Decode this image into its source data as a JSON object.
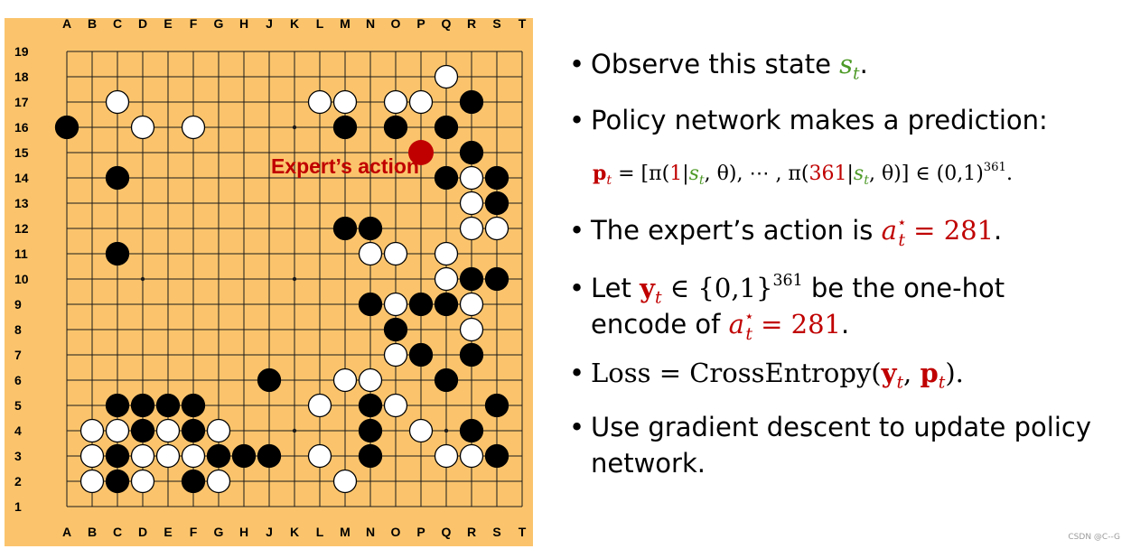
{
  "board": {
    "columns": [
      "A",
      "B",
      "C",
      "D",
      "E",
      "F",
      "G",
      "H",
      "J",
      "K",
      "L",
      "M",
      "N",
      "O",
      "P",
      "Q",
      "R",
      "S",
      "T"
    ],
    "rows": [
      "19",
      "18",
      "17",
      "16",
      "15",
      "14",
      "13",
      "12",
      "11",
      "10",
      "9",
      "8",
      "7",
      "6",
      "5",
      "4",
      "3",
      "2",
      "1"
    ],
    "expert_label": "Expert’s action",
    "expert_move": "P15",
    "colors": {
      "background": "#fbc46c",
      "line": "#1a1a1a",
      "expert": "#c00000",
      "label": "#c00000"
    },
    "stones": [
      {
        "p": "Q18",
        "c": "w"
      },
      {
        "p": "C17",
        "c": "w"
      },
      {
        "p": "L17",
        "c": "w"
      },
      {
        "p": "M17",
        "c": "w"
      },
      {
        "p": "O17",
        "c": "w"
      },
      {
        "p": "P17",
        "c": "w"
      },
      {
        "p": "R17",
        "c": "b"
      },
      {
        "p": "A16",
        "c": "b"
      },
      {
        "p": "D16",
        "c": "w"
      },
      {
        "p": "F16",
        "c": "w"
      },
      {
        "p": "M16",
        "c": "b"
      },
      {
        "p": "O16",
        "c": "b"
      },
      {
        "p": "Q16",
        "c": "b"
      },
      {
        "p": "R15",
        "c": "b"
      },
      {
        "p": "C14",
        "c": "b"
      },
      {
        "p": "Q14",
        "c": "b"
      },
      {
        "p": "R14",
        "c": "w"
      },
      {
        "p": "S14",
        "c": "b"
      },
      {
        "p": "R13",
        "c": "w"
      },
      {
        "p": "S13",
        "c": "b"
      },
      {
        "p": "M12",
        "c": "b"
      },
      {
        "p": "N12",
        "c": "b"
      },
      {
        "p": "R12",
        "c": "w"
      },
      {
        "p": "S12",
        "c": "w"
      },
      {
        "p": "C11",
        "c": "b"
      },
      {
        "p": "N11",
        "c": "w"
      },
      {
        "p": "O11",
        "c": "w"
      },
      {
        "p": "Q11",
        "c": "w"
      },
      {
        "p": "Q10",
        "c": "w"
      },
      {
        "p": "R10",
        "c": "b"
      },
      {
        "p": "S10",
        "c": "b"
      },
      {
        "p": "N9",
        "c": "b"
      },
      {
        "p": "O9",
        "c": "w"
      },
      {
        "p": "P9",
        "c": "b"
      },
      {
        "p": "Q9",
        "c": "b"
      },
      {
        "p": "R9",
        "c": "w"
      },
      {
        "p": "O8",
        "c": "b"
      },
      {
        "p": "R8",
        "c": "w"
      },
      {
        "p": "O7",
        "c": "w"
      },
      {
        "p": "P7",
        "c": "b"
      },
      {
        "p": "R7",
        "c": "b"
      },
      {
        "p": "J6",
        "c": "b"
      },
      {
        "p": "M6",
        "c": "w"
      },
      {
        "p": "N6",
        "c": "w"
      },
      {
        "p": "Q6",
        "c": "b"
      },
      {
        "p": "C5",
        "c": "b"
      },
      {
        "p": "D5",
        "c": "b"
      },
      {
        "p": "E5",
        "c": "b"
      },
      {
        "p": "F5",
        "c": "b"
      },
      {
        "p": "L5",
        "c": "w"
      },
      {
        "p": "N5",
        "c": "b"
      },
      {
        "p": "O5",
        "c": "w"
      },
      {
        "p": "S5",
        "c": "b"
      },
      {
        "p": "B4",
        "c": "w"
      },
      {
        "p": "C4",
        "c": "w"
      },
      {
        "p": "D4",
        "c": "b"
      },
      {
        "p": "E4",
        "c": "w"
      },
      {
        "p": "F4",
        "c": "b"
      },
      {
        "p": "G4",
        "c": "w"
      },
      {
        "p": "N4",
        "c": "b"
      },
      {
        "p": "P4",
        "c": "w"
      },
      {
        "p": "R4",
        "c": "b"
      },
      {
        "p": "B3",
        "c": "w"
      },
      {
        "p": "C3",
        "c": "b"
      },
      {
        "p": "D3",
        "c": "w"
      },
      {
        "p": "E3",
        "c": "w"
      },
      {
        "p": "F3",
        "c": "w"
      },
      {
        "p": "G3",
        "c": "b"
      },
      {
        "p": "H3",
        "c": "b"
      },
      {
        "p": "J3",
        "c": "b"
      },
      {
        "p": "L3",
        "c": "w"
      },
      {
        "p": "N3",
        "c": "b"
      },
      {
        "p": "Q3",
        "c": "w"
      },
      {
        "p": "R3",
        "c": "w"
      },
      {
        "p": "S3",
        "c": "b"
      },
      {
        "p": "B2",
        "c": "w"
      },
      {
        "p": "C2",
        "c": "b"
      },
      {
        "p": "D2",
        "c": "w"
      },
      {
        "p": "F2",
        "c": "b"
      },
      {
        "p": "G2",
        "c": "w"
      },
      {
        "p": "M2",
        "c": "w"
      }
    ]
  },
  "bullets": {
    "b1": {
      "text": "Observe this state ",
      "var": "s",
      "sub": "t",
      "end": "."
    },
    "b2": {
      "text": "Policy network makes a prediction:"
    },
    "formula": {
      "p": "p",
      "p_sub": "t",
      "eq": " = [π(",
      "one": "1",
      "bar": "|",
      "s": "s",
      "s_sub": "t",
      "theta_mid": ", θ), ⋯ , π(",
      "n361": "361",
      "theta_end": ", θ)] ∈ (0,1)",
      "pow": "361",
      "end": "."
    },
    "b3": {
      "text": "The expert’s action is ",
      "a": "a",
      "star": "⋆",
      "sub": "t",
      "eq": " = 281",
      "end": "."
    },
    "b4": {
      "let": "Let ",
      "y": "y",
      "sub": "t",
      "in": " ∈ {0,1}",
      "pow": "361",
      "text": " be the one-hot"
    },
    "b4b": {
      "text": "encode of ",
      "a": "a",
      "star": "⋆",
      "sub": "t",
      "eq": " = 281",
      "end": "."
    },
    "b5": {
      "loss": "Loss = CrossEntropy(",
      "y": "y",
      "y_sub": "t",
      "comma": ", ",
      "p": "p",
      "p_sub": "t",
      "end": ")."
    },
    "b6": {
      "line1": "Use gradient descent to update policy",
      "line2": "network."
    }
  },
  "watermark": "CSDN @C--G"
}
